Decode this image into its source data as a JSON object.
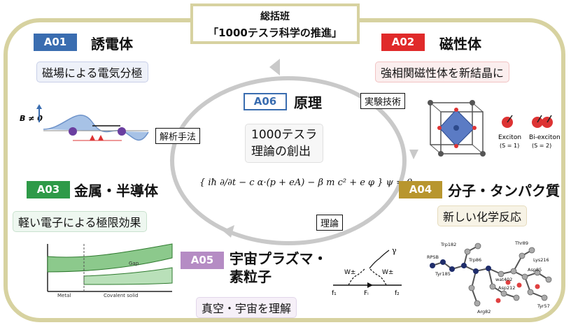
{
  "header": {
    "line1": "総括班",
    "line2": "「1000テスラ科学の推進」"
  },
  "groups": {
    "a01": {
      "badge": "A01",
      "title": "誘電体",
      "subtitle": "磁場による電気分極"
    },
    "a02": {
      "badge": "A02",
      "title": "磁性体",
      "subtitle": "強相関磁性体を新結晶に"
    },
    "a03": {
      "badge": "A03",
      "title": "金属・半導体",
      "subtitle": "軽い電子による極限効果"
    },
    "a04": {
      "badge": "A04",
      "title": "分子・タンパク質",
      "subtitle": "新しい化学反応"
    },
    "a05": {
      "badge": "A05",
      "title_line1": "宇宙プラズマ・",
      "title_line2": "素粒子",
      "subtitle": "真空・宇宙を理解"
    },
    "a06": {
      "badge": "A06",
      "title": "原理",
      "subtitle_line1": "1000テスラ",
      "subtitle_line2": "理論の創出"
    }
  },
  "labels": {
    "analysis": "解析手法",
    "experiment": "実験技術",
    "theory": "理論"
  },
  "formula": "{ iħ ∂/∂t − c α·(p + eA) − β m c² + e φ } ψ = 0",
  "figures": {
    "a01": {
      "field_label": "B ≠ 0"
    },
    "a02": {
      "exciton": "Exciton",
      "exciton_s": "(S = 1)",
      "biexciton": "Bi-exciton",
      "biexciton_s": "(S = 2)"
    },
    "a03": {
      "gap": "Gap",
      "metal": "Metal",
      "covalent": "Covalent solid"
    },
    "a04": {
      "residues": [
        "Trp182",
        "Thr89",
        "Lys216",
        "RPSB",
        "Tyr185",
        "Trp86",
        "wat402",
        "Asp85",
        "Asp212",
        "Arg82",
        "Tyr57"
      ]
    },
    "a05": {
      "gamma": "γ",
      "w_left": "W±",
      "w_right": "W±",
      "f1": "f₁",
      "fi": "Fᵢ",
      "f2": "f₂"
    }
  },
  "colors": {
    "frame": "#d7d2a0",
    "a01": "#3a6db0",
    "a02": "#e02a2a",
    "a03": "#2e9a48",
    "a04": "#b8962e",
    "a05": "#b58cc4"
  }
}
